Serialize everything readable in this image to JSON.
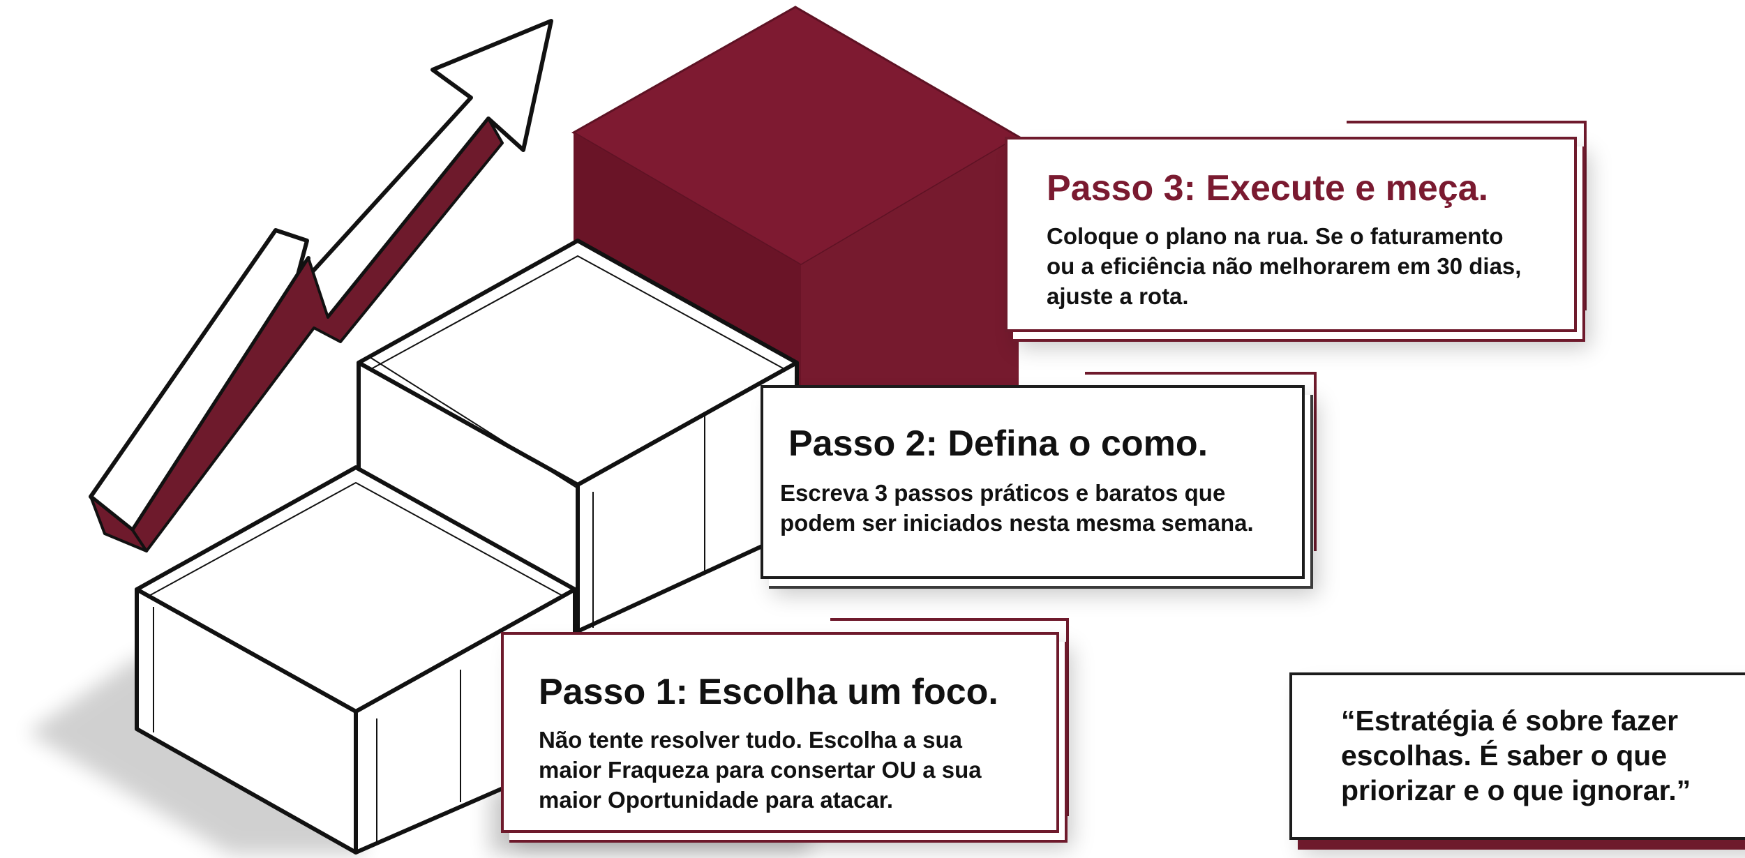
{
  "colors": {
    "accent": "#7a1a30",
    "ink": "#1c1c1c",
    "paper": "#ffffff"
  },
  "icons": {
    "arrow": "growth-arrow-icon"
  },
  "steps": [
    {
      "title": "Passo 1: Escolha um foco.",
      "body": "Não tente resolver tudo. Escolha a sua maior Fraqueza para consertar OU a sua maior Oportunidade para atacar."
    },
    {
      "title": "Passo 2: Defina o como.",
      "body": "Escreva 3 passos práticos e baratos que podem ser iniciados nesta mesma semana."
    },
    {
      "title": "Passo 3: Execute e meça.",
      "body": "Coloque o plano na rua. Se o faturamento ou a eficiência não melhorarem em 30 dias, ajuste a rota."
    }
  ],
  "quote": "“Estratégia é sobre fazer escolhas. É saber o que priorizar e o que ignorar.”"
}
